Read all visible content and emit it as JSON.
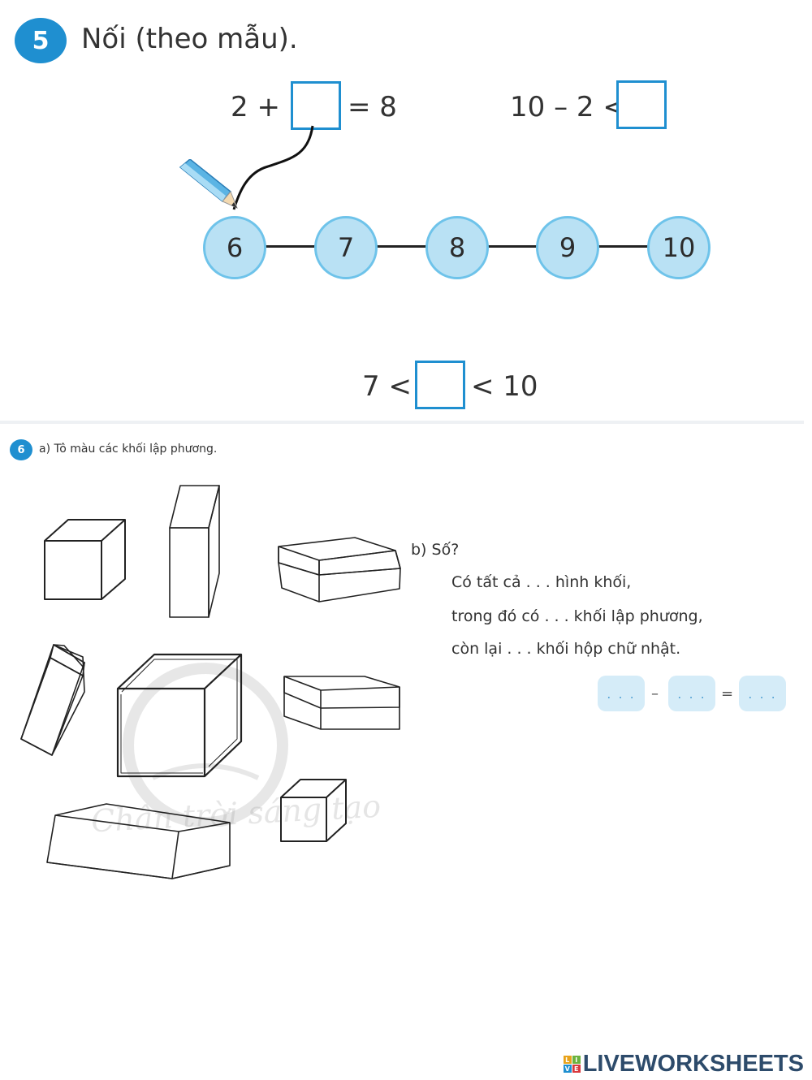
{
  "exercise5": {
    "number": "5",
    "title": "Nối (theo mẫu).",
    "eq1_left": "2 +",
    "eq1_right": "= 8",
    "eq2_left": "10 – 2 <",
    "eq3_left": "7 <",
    "eq3_right": "< 10",
    "circles": [
      "6",
      "7",
      "8",
      "9",
      "10"
    ]
  },
  "exercise6": {
    "number": "6",
    "part_a": "a) Tô màu các khối lập phương.",
    "part_b": "b) Số?",
    "lines": [
      "Có tất cả . . . hình khối,",
      "trong đó có . . . khối lập phương,",
      "còn lại . . . khối hộp chữ nhật."
    ],
    "answer_boxes": [
      ". . .",
      ". . .",
      ". . ."
    ],
    "operators": [
      "–",
      "="
    ],
    "watermark": "Chân trời sáng tạo"
  },
  "brand": {
    "logo_letters": [
      "L",
      "I",
      "V",
      "E"
    ],
    "logo_colors": [
      "#e8a21a",
      "#6cb33f",
      "#1f8fd0",
      "#d9393e"
    ],
    "name": "LIVEWORKSHEETS"
  }
}
